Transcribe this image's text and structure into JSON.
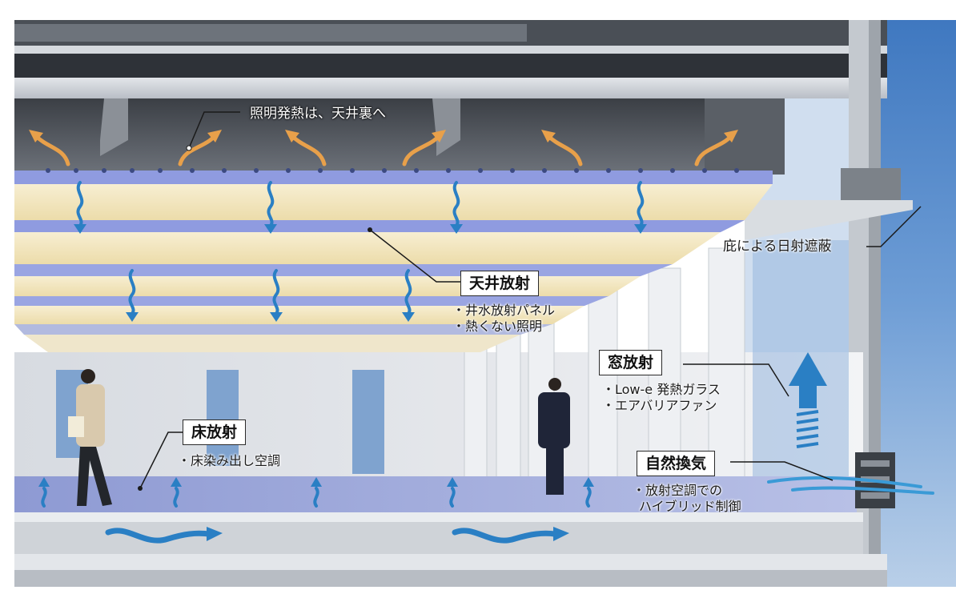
{
  "annotations": {
    "lighting_heat": "照明発熱は、天井裏へ",
    "eaves": "庇による日射遮蔽",
    "ceiling_radiation": {
      "title": "天井放射",
      "bullets": [
        "・井水放射パネル",
        "・熱くない照明"
      ]
    },
    "window_radiation": {
      "title": "窓放射",
      "bullets": [
        "・Low-e 発熱ガラス",
        "・エアバリアファン"
      ]
    },
    "floor_radiation": {
      "title": "床放射",
      "bullets": [
        "・床染み出し空調"
      ]
    },
    "natural_ventilation": {
      "title": "自然換気",
      "bullets": [
        "・放射空調での",
        "ハイブリッド制御"
      ]
    }
  },
  "colors": {
    "arrow_orange": "#e8a04a",
    "arrow_blue": "#2a7fc4",
    "ceiling_panel": "#f3e7c3",
    "ceiling_strip": "#8f9be0",
    "floor": "#a6b1df",
    "sky": "#4f86c8",
    "concrete": "#cfd3d8"
  },
  "icons": {
    "heat_arrow": "curved-up-arrow",
    "radiation_wave": "wavy-down-arrow",
    "ventilation": "big-up-arrow"
  }
}
